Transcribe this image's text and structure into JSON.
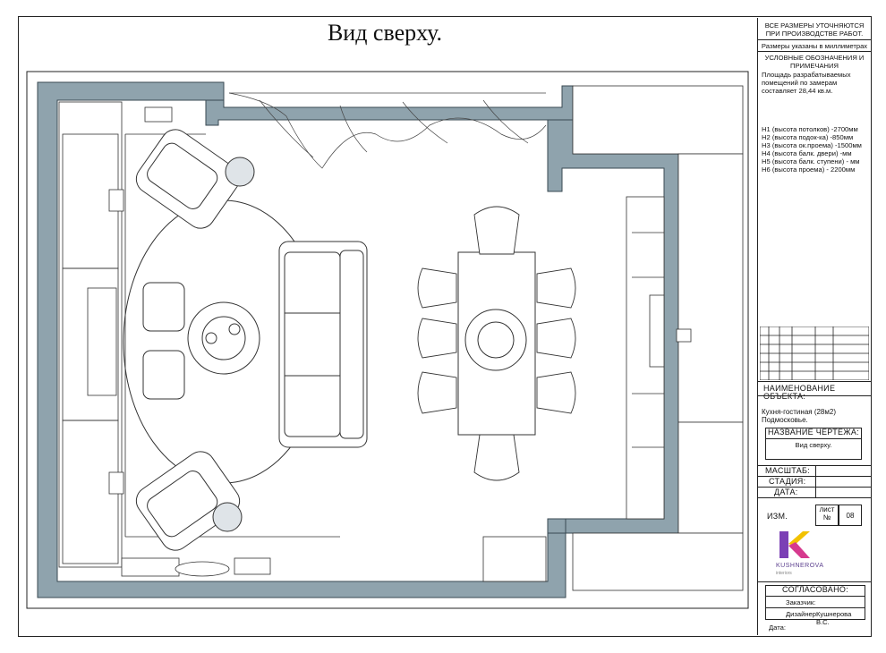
{
  "drawing": {
    "view_title": "Вид сверху."
  },
  "stamp": {
    "note_line1": "ВСЕ РАЗМЕРЫ УТОЧНЯЮТСЯ",
    "note_line2": "ПРИ ПРОИЗВОДСТВЕ РАБОТ.",
    "units_note": "Размеры указаны в миллиметрах",
    "legend_title_1": "УСЛОВНЫЕ ОБОЗНАЧЕНИЯ И",
    "legend_title_2": "ПРИМЕЧАНИЯ",
    "area_1": "Площадь разрабатываемых",
    "area_2": "помещений по замерам",
    "area_3": "составляет  28,44 кв.м.",
    "heights": [
      "Н1 (высота потолков) -2700мм",
      "Н2 (высота подок-ка) -850мм",
      "Н3 (высота ок.проема) -1500мм",
      "Н4 (высота балк. двери) -мм",
      "Н5 (высота балк. ступени) - мм",
      "Н6 (высота проема) - 2200мм"
    ],
    "object_label": "НАИМЕНОВАНИЕ ОБЪЕКТА:",
    "object_value_1": "Кухня-гостиная (28м2)",
    "object_value_2": "Подмосковье.",
    "drawing_name_label": "НАЗВАНИЕ ЧЕРТЕЖА:",
    "drawing_name_value": "Вид сверху.",
    "scale_label": "МАСШТАБ:",
    "stage_label": "СТАДИЯ:",
    "date_label": "ДАТА:",
    "change_label": "ИЗМ.",
    "sheet_label_1": "лист",
    "sheet_label_2": "№",
    "sheet_number": "08",
    "logo_text": "KUSHNEROVA",
    "logo_sub": "interiors",
    "approved_label": "СОГЛАСОВАНО:",
    "customer_label": "Заказчик:",
    "designer_label": "Дизайнер:",
    "designer_value": "Кушнерова В.С.",
    "date2_label": "Дата:"
  },
  "colors": {
    "wall": "#8fa3ad",
    "wall_dark": "#5d6f78",
    "logo_purple": "#7b3fb5",
    "logo_yellow": "#f2c200",
    "logo_pink": "#d63a8e"
  }
}
